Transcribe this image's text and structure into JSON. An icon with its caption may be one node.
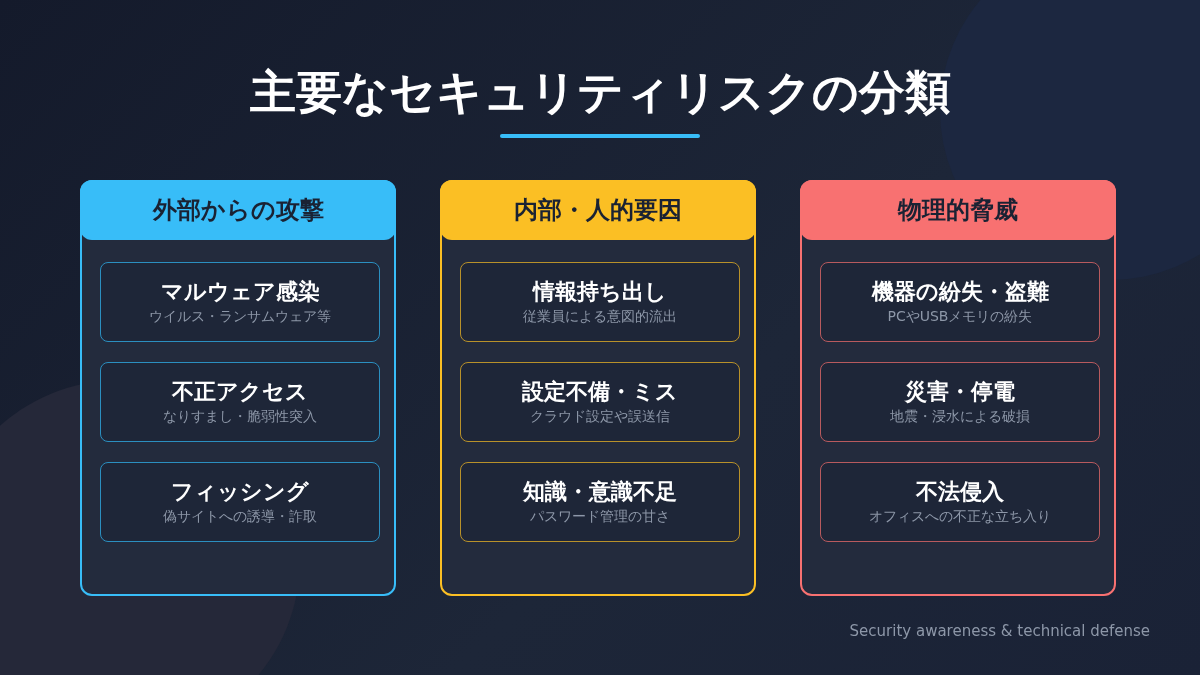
{
  "diagram": {
    "title": "主要なセキュリティリスクの分類",
    "nodes": [
      {
        "text": [
          "外部からの攻撃"
        ]
      },
      {
        "text": [
          "マルウェア感染",
          "ウイルス・ランサムウェア等"
        ],
        "in": 0
      },
      {
        "text": [
          "不正アクセス",
          "なりすまし・脆弱性突入"
        ],
        "in": 0
      },
      {
        "text": [
          "フィッシング",
          "偽サイトへの誘導・詐取"
        ],
        "in": 0
      },
      {
        "text": [
          "内部・人的要因"
        ]
      },
      {
        "text": [
          "情報持ち出し",
          "従業員による意図的流出"
        ],
        "in": 4
      },
      {
        "text": [
          "設定不備・ミス",
          "クラウド設定や誤送信"
        ],
        "in": 4
      },
      {
        "text": [
          "知識・意識不足",
          "パスワード管理の甘さ"
        ],
        "in": 4
      },
      {
        "text": [
          "物理的脅威"
        ]
      },
      {
        "text": [
          "機器の紛失・盗難",
          "PCやUSBメモリの紛失"
        ],
        "in": 8
      },
      {
        "text": [
          "災害・停電",
          "地震・浸水による破損"
        ],
        "in": 8
      },
      {
        "text": [
          "不法侵入",
          "オフィスへの不正な立ち入り"
        ],
        "in": 8
      }
    ],
    "labels": [
      "Security awareness & technical defense"
    ]
  }
}
